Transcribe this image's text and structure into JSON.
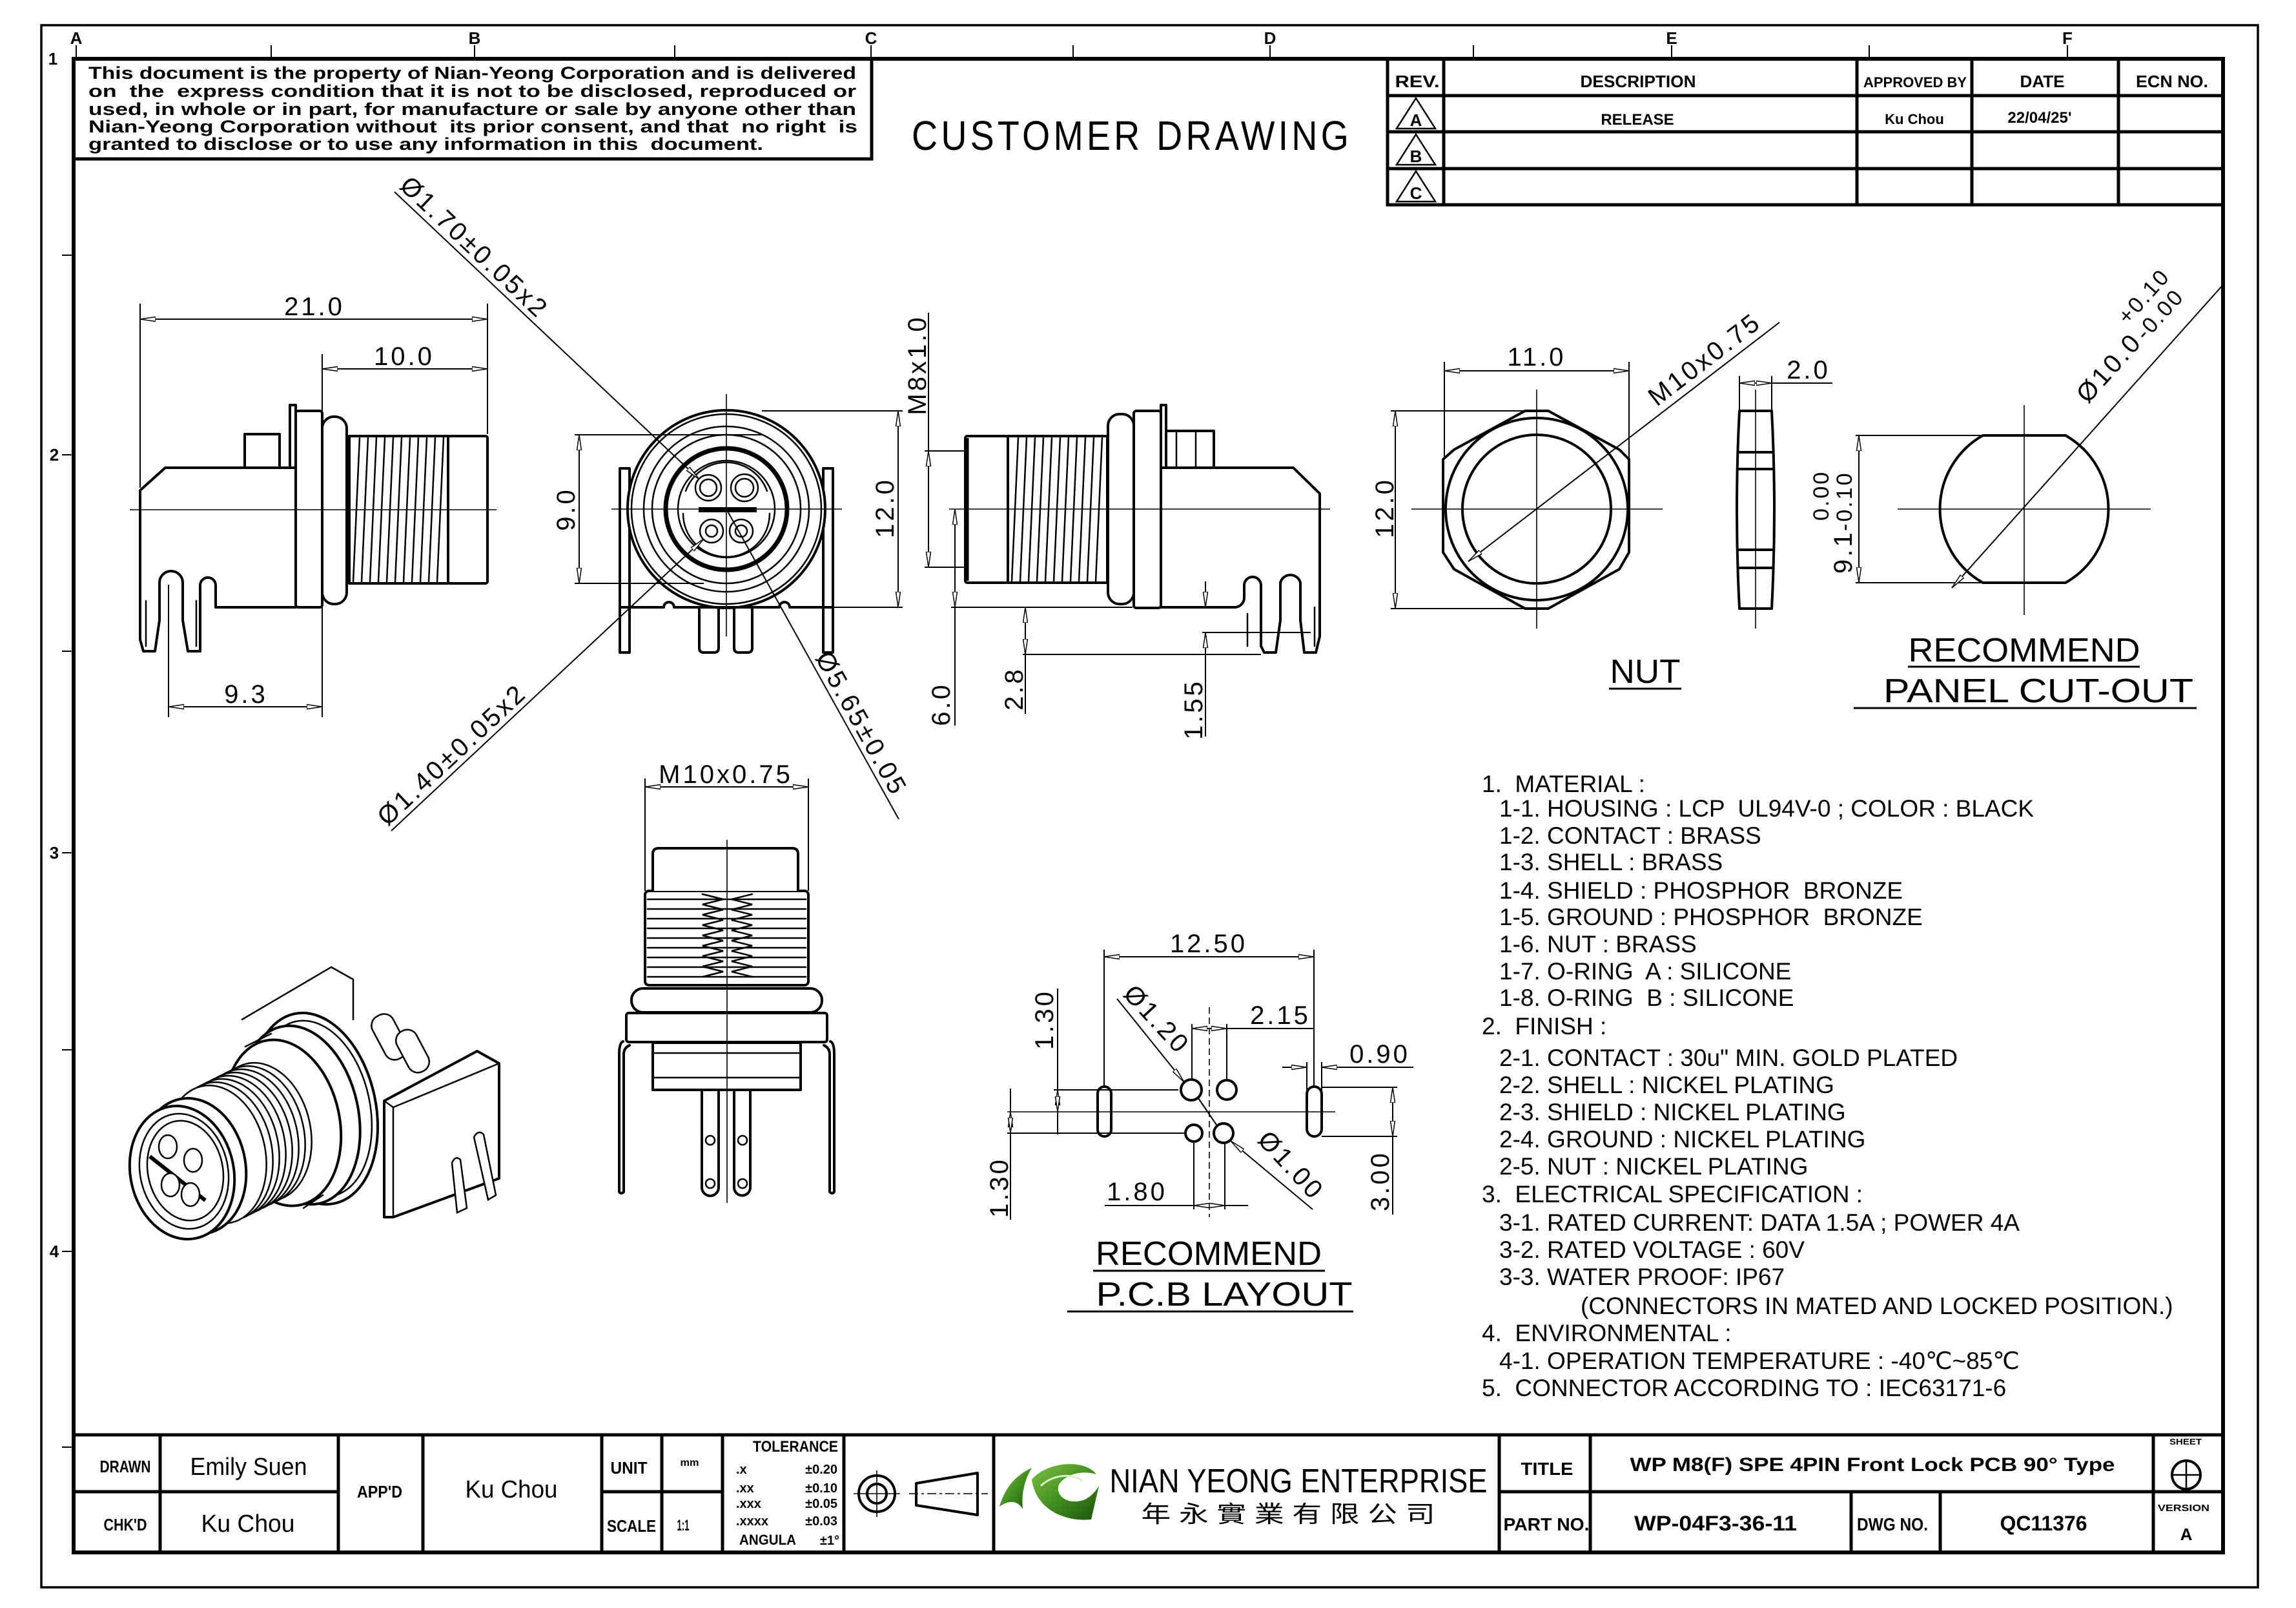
{
  "sheet": {
    "zone_columns": [
      "A",
      "B",
      "C",
      "D",
      "E",
      "F"
    ],
    "zone_rows": [
      "1",
      "2",
      "3",
      "4"
    ],
    "banner": "CUSTOMER DRAWING",
    "disclaimer": [
      "This document is the property of Nian-Yeong Corporation and is delivered",
      "on  the  express condition that it is not to be disclosed, reproduced or",
      "used, in whole or in part, for manufacture or sale by anyone other than",
      "Nian-Yeong Corporation without  its prior consent, and that  no right  is",
      "granted to disclose or to use any information in this  document."
    ]
  },
  "revision_table": {
    "headers": {
      "rev": "REV.",
      "description": "DESCRIPTION",
      "approved_by": "APPROVED BY",
      "date": "DATE",
      "ecn_no": "ECN NO."
    },
    "rows": [
      {
        "rev": "A",
        "description": "RELEASE",
        "approved_by": "Ku Chou",
        "date": "22/04/25'",
        "ecn_no": ""
      },
      {
        "rev": "B",
        "description": "",
        "approved_by": "",
        "date": "",
        "ecn_no": ""
      },
      {
        "rev": "C",
        "description": "",
        "approved_by": "",
        "date": "",
        "ecn_no": ""
      }
    ]
  },
  "side_view": {
    "overall_length": "21.0",
    "front_length": "10.0",
    "pin_offset": "9.3"
  },
  "front_view": {
    "inner_height": "9.0",
    "outer_height": "12.0",
    "hole_large": "Ø1.70±0.05x2",
    "hole_small": "Ø1.40±0.05x2",
    "contact_pitch": "Ø5.65±0.05"
  },
  "right_view": {
    "thread": "M8x1.0",
    "center_height": "6.0",
    "leg_length": "2.8",
    "pin_length": "1.55"
  },
  "top_view": {
    "thread": "M10x0.75"
  },
  "nut": {
    "label": "NUT",
    "across_flats": "11.0",
    "across_corners": "12.0",
    "thread": "M10x0.75",
    "thickness": "2.0"
  },
  "panel_cutout": {
    "title_line1": "RECOMMEND",
    "title_line2": "PANEL CUT-OUT",
    "flat_height": "9.1",
    "flat_tol_upper": "0.00",
    "flat_tol_lower": "-0.10",
    "diameter": "Ø10.0",
    "diameter_tol_upper": "+0.10",
    "diameter_tol_lower": "-0.00"
  },
  "pcb_layout": {
    "title_line1": "RECOMMEND",
    "title_line2": "P.C.B LAYOUT",
    "slot_span": "12.50",
    "slot_to_hole": "2.15",
    "slot_width": "0.90",
    "slot_length": "3.00",
    "row_offset_top": "1.30",
    "row_offset_bottom": "1.30",
    "hole_pitch": "1.80",
    "hole_large": "Ø1.20",
    "hole_small": "Ø1.00"
  },
  "notes": [
    {
      "level": 0,
      "text": "1.  MATERIAL :"
    },
    {
      "level": 1,
      "text": "1-1. HOUSING : LCP  UL94V-0 ; COLOR : BLACK"
    },
    {
      "level": 1,
      "text": "1-2. CONTACT : BRASS"
    },
    {
      "level": 1,
      "text": "1-3. SHELL : BRASS"
    },
    {
      "level": 1,
      "text": "1-4. SHIELD : PHOSPHOR  BRONZE"
    },
    {
      "level": 1,
      "text": "1-5. GROUND : PHOSPHOR  BRONZE"
    },
    {
      "level": 1,
      "text": "1-6. NUT : BRASS"
    },
    {
      "level": 1,
      "text": "1-7. O-RING  A : SILICONE"
    },
    {
      "level": 1,
      "text": "1-8. O-RING  B : SILICONE"
    },
    {
      "level": 0,
      "text": "2.  FINISH :"
    },
    {
      "level": 1,
      "text": "2-1. CONTACT : 30u\" MIN. GOLD PLATED"
    },
    {
      "level": 1,
      "text": "2-2. SHELL : NICKEL PLATING"
    },
    {
      "level": 1,
      "text": "2-3. SHIELD : NICKEL PLATING"
    },
    {
      "level": 1,
      "text": "2-4. GROUND : NICKEL PLATING"
    },
    {
      "level": 1,
      "text": "2-5. NUT : NICKEL PLATING"
    },
    {
      "level": 0,
      "text": "3.  ELECTRICAL SPECIFICATION :"
    },
    {
      "level": 1,
      "text": "3-1. RATED CURRENT: DATA 1.5A ; POWER 4A"
    },
    {
      "level": 1,
      "text": "3-2. RATED VOLTAGE : 60V"
    },
    {
      "level": 1,
      "text": "3-3. WATER PROOF: IP67"
    },
    {
      "level": 2,
      "text": "(CONNECTORS IN MATED AND LOCKED POSITION.)"
    },
    {
      "level": 0,
      "text": "4.  ENVIRONMENTAL :"
    },
    {
      "level": 1,
      "text": "4-1. OPERATION TEMPERATURE : -40℃~85℃"
    },
    {
      "level": 0,
      "text": "5.  CONNECTOR ACCORDING TO : IEC63171-6"
    }
  ],
  "title_block": {
    "drawn_label": "DRAWN",
    "drawn_by": "Emily Suen",
    "checked_label": "CHK'D",
    "checked_by": "Ku Chou",
    "approved_label": "APP'D",
    "approved_by": "Ku Chou",
    "unit_label": "UNIT",
    "unit": "mm",
    "scale_label": "SCALE",
    "scale": "1:1",
    "tolerance": {
      "title": "TOLERANCE",
      "rows": [
        {
          "key": ".x",
          "value": "±0.20"
        },
        {
          "key": ".xx",
          "value": "±0.10"
        },
        {
          "key": ".xxx",
          "value": "±0.05"
        },
        {
          "key": ".xxxx",
          "value": "±0.03"
        },
        {
          "key": "ANGULA",
          "value": "±1°"
        }
      ]
    },
    "projection_icon": "third-angle-projection-symbol",
    "company": {
      "name": "NIAN YEONG ENTERPRISE",
      "name_zh": "年 永 實 業 有 限 公 司",
      "logo": "company-logo",
      "brand_color": "#3f8a1e"
    },
    "title_label": "TITLE",
    "title": "WP M8(F) SPE 4PIN Front Lock PCB 90° Type",
    "sheet_label": "SHEET",
    "sheet_icon": "sheet-indicator",
    "part_no_label": "PART NO.",
    "part_no": "WP-04F3-36-11",
    "dwg_no_label": "DWG NO.",
    "dwg_no": "QC11376",
    "version_label": "VERSION",
    "version": "A"
  }
}
